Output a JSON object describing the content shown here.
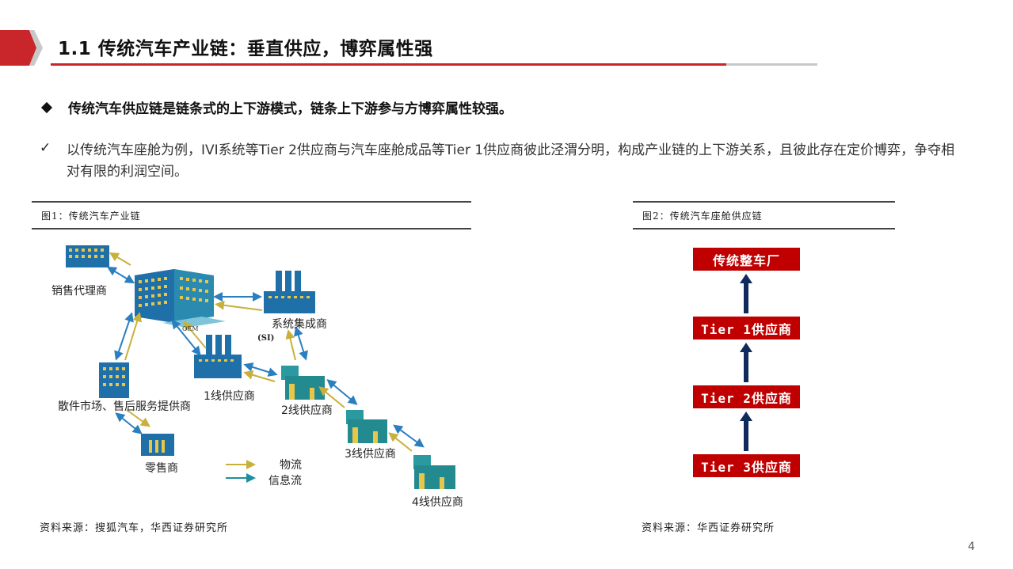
{
  "header": {
    "title": "1.1 传统汽车产业链：垂直供应，博弈属性强",
    "accent_color": "#c8262b",
    "secondary_color": "#c8c8c8"
  },
  "bullets": {
    "main": {
      "icon": "diamond-bullet-icon",
      "text": "传统汽车供应链是链条式的上下游模式，链条上下游参与方博弈属性较强。"
    },
    "sub": {
      "icon": "checkmark-icon",
      "glyph": "✓",
      "text": "以传统汽车座舱为例，IVI系统等Tier 2供应商与汽车座舱成品等Tier 1供应商彼此泾渭分明，构成产业链的上下游关系，且彼此存在定价博弈，争夺相对有限的利润空间。"
    }
  },
  "figure1": {
    "caption": "图1：传统汽车产业链",
    "nodes": {
      "dealer": "销售代理商",
      "oem": "OEM",
      "system_integrator": "系统集成商",
      "si_abbr": "(SI)",
      "tier1": "1线供应商",
      "tier2": "2线供应商",
      "tier3": "3线供应商",
      "tier4": "4线供应商",
      "aftermarket": "散件市场、售后服务提供商",
      "retailer": "零售商"
    },
    "legend": [
      {
        "label": "物流",
        "color": "#c8b03a"
      },
      {
        "label": "信息流",
        "color": "#1e8fa0"
      }
    ],
    "source": "资料来源：搜狐汽车，华西证券研究所"
  },
  "figure2": {
    "caption": "图2：传统汽车座舱供应链",
    "tiers": [
      "传统整车厂",
      "Tier 1供应商",
      "Tier 2供应商",
      "Tier 3供应商"
    ],
    "box_color": "#c00000",
    "arrow_color": "#0f2a5c",
    "source": "资料来源：华西证券研究所"
  },
  "footer": {
    "page_number": "4"
  }
}
